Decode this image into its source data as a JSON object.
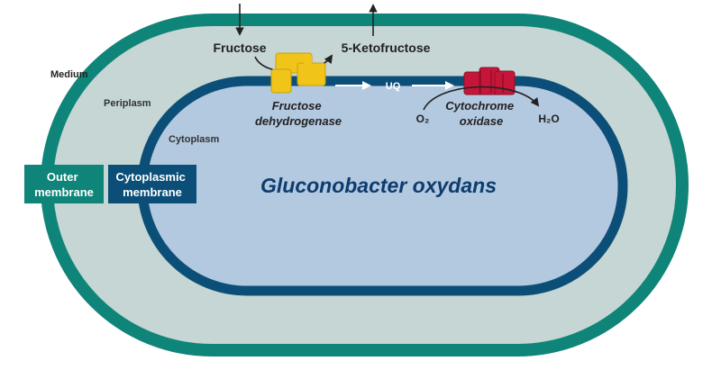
{
  "labels": {
    "medium": "Medium",
    "periplasm": "Periplasm",
    "cytoplasm": "Cytoplasm",
    "organism": "Gluconobacter oxydans"
  },
  "membrane_tags": {
    "outer": [
      "Outer",
      "membrane"
    ],
    "cytoplasmic": [
      "Cytoplasmic",
      "membrane"
    ]
  },
  "reaction": {
    "substrate": "Fructose",
    "product": "5-Ketofructose",
    "carrier": "UQ",
    "acceptor": "O₂",
    "water": "H₂O"
  },
  "enzymes": {
    "dehydrogenase": [
      "Fructose",
      "dehydrogenase"
    ],
    "oxidase": [
      "Cytochrome",
      "oxidase"
    ]
  },
  "colors": {
    "outer_membrane": "#0f8479",
    "periplasm_fill": "#c5d6d4",
    "cytoplasmic_membrane": "#0b4f78",
    "cytoplasm_fill": "#b3c9e0",
    "dehydrogenase": "#f0c419",
    "oxidase": "#c5163a",
    "text_dark": "#222222",
    "organism_text": "#0d3c6e"
  }
}
